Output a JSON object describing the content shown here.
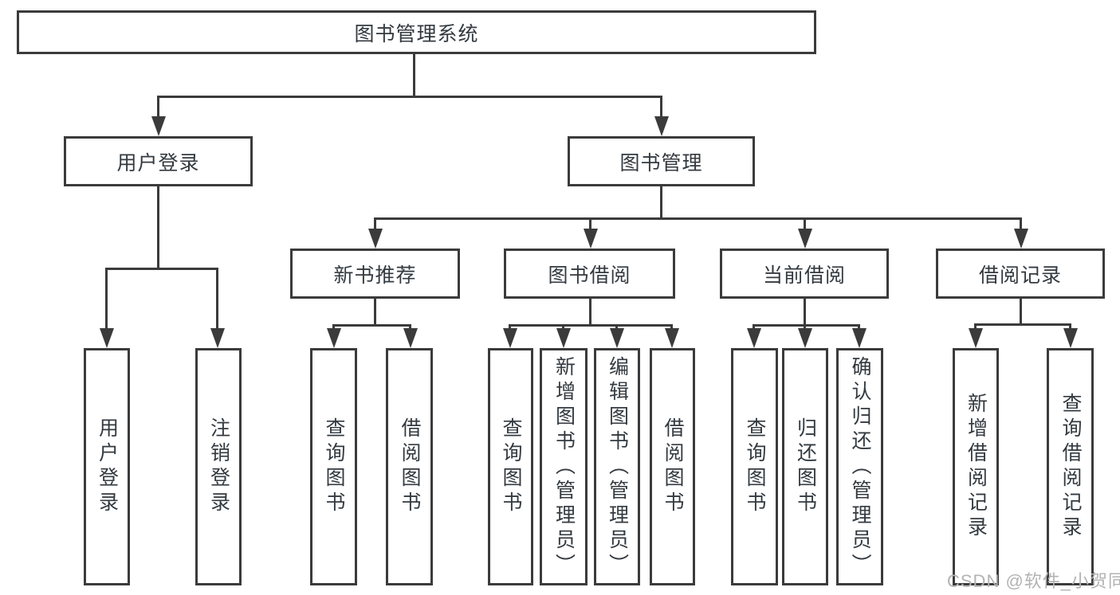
{
  "diagram": {
    "title": "图书管理系统",
    "root": {
      "label": "图书管理系统"
    },
    "level2": [
      {
        "label": "用户登录"
      },
      {
        "label": "图书管理"
      }
    ],
    "level3": [
      {
        "label": "新书推荐"
      },
      {
        "label": "图书借阅"
      },
      {
        "label": "当前借阅"
      },
      {
        "label": "借阅记录"
      }
    ],
    "leaves": {
      "user_login": [
        {
          "label": "用户登录"
        },
        {
          "label": "注销登录"
        }
      ],
      "new_book": [
        {
          "label": "查询图书"
        },
        {
          "label": "借阅图书"
        }
      ],
      "book_borrow": [
        {
          "label": "查询图书"
        },
        {
          "label": "新增图书（管理员）"
        },
        {
          "label": "编辑图书（管理员）"
        },
        {
          "label": "借阅图书"
        }
      ],
      "current_borrow": [
        {
          "label": "查询图书"
        },
        {
          "label": "归还图书"
        },
        {
          "label": "确认归还（管理员）"
        }
      ],
      "borrow_records": [
        {
          "label": "新增借阅记录"
        },
        {
          "label": "查询借阅记录"
        }
      ]
    }
  },
  "watermark": "CSDN @软件_小贺同学",
  "colors": {
    "line": "#3b3b3b",
    "text": "#333a40",
    "watermark": "#b3b3b3",
    "background": "#ffffff"
  }
}
